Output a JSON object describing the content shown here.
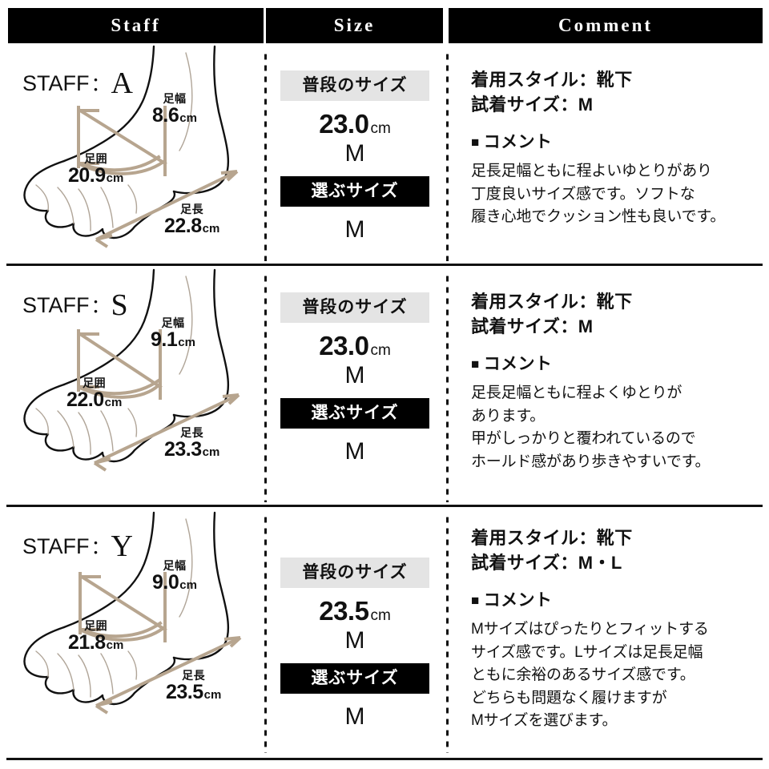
{
  "header": {
    "staff_label": "Staff",
    "size_label": "Size",
    "comment_label": "Comment"
  },
  "colors": {
    "header_bg": "#000000",
    "header_text": "#ffffff",
    "measure_line": "#b7a58f",
    "usual_banner_bg": "#e4e4e4",
    "chosen_banner_bg": "#000000",
    "foot_outline": "#111111",
    "foot_inner_line": "#b0a598"
  },
  "labels": {
    "usual_size": "普段のサイズ",
    "chosen_size": "選ぶサイズ",
    "foot_width": "足幅",
    "foot_girth": "足囲",
    "foot_length": "足長",
    "comment_heading": "コメント",
    "square_bullet": "■",
    "staff_prefix": "STAFF",
    "colon": "："
  },
  "rows": [
    {
      "staff": {
        "prefix": "STAFF",
        "colon": "：",
        "initial": "A",
        "measurements": {
          "width": {
            "caption": "足幅",
            "value": "8.6",
            "unit": "cm"
          },
          "girth": {
            "caption": "足囲",
            "value": "20.9",
            "unit": "cm"
          },
          "length": {
            "caption": "足長",
            "value": "22.8",
            "unit": "cm"
          }
        }
      },
      "size": {
        "usual_banner": "普段のサイズ",
        "usual_value": "23.0",
        "usual_unit": "cm",
        "usual_letter": "M",
        "chosen_banner": "選ぶサイズ",
        "chosen_value": "M"
      },
      "comment": {
        "style_line": "着用スタイル：靴下",
        "try_size_line": "試着サイズ：M",
        "heading": "コメント",
        "body": [
          "足長足幅ともに程よいゆとりがあり",
          "丁度良いサイズ感です。ソフトな",
          "履き心地でクッション性も良いです。"
        ]
      }
    },
    {
      "staff": {
        "prefix": "STAFF",
        "colon": "：",
        "initial": "S",
        "measurements": {
          "width": {
            "caption": "足幅",
            "value": "9.1",
            "unit": "cm"
          },
          "girth": {
            "caption": "足囲",
            "value": "22.0",
            "unit": "cm"
          },
          "length": {
            "caption": "足長",
            "value": "23.3",
            "unit": "cm"
          }
        }
      },
      "size": {
        "usual_banner": "普段のサイズ",
        "usual_value": "23.0",
        "usual_unit": "cm",
        "usual_letter": "M",
        "chosen_banner": "選ぶサイズ",
        "chosen_value": "M"
      },
      "comment": {
        "style_line": "着用スタイル：靴下",
        "try_size_line": "試着サイズ：M",
        "heading": "コメント",
        "body": [
          "足長足幅ともに程よくゆとりが",
          "あります。",
          "甲がしっかりと覆われているので",
          "ホールド感があり歩きやすいです。"
        ]
      }
    },
    {
      "staff": {
        "prefix": "STAFF",
        "colon": "：",
        "initial": "Y",
        "measurements": {
          "width": {
            "caption": "足幅",
            "value": "9.0",
            "unit": "cm"
          },
          "girth": {
            "caption": "足囲",
            "value": "21.8",
            "unit": "cm"
          },
          "length": {
            "caption": "足長",
            "value": "23.5",
            "unit": "cm"
          }
        }
      },
      "size": {
        "usual_banner": "普段のサイズ",
        "usual_value": "23.5",
        "usual_unit": "cm",
        "usual_letter": "M",
        "chosen_banner": "選ぶサイズ",
        "chosen_value": "M"
      },
      "comment": {
        "style_line": "着用スタイル：靴下",
        "try_size_line": "試着サイズ：M・L",
        "heading": "コメント",
        "body": [
          "Mサイズはぴったりとフィットする",
          "サイズ感です。Lサイズは足長足幅",
          "ともに余裕のあるサイズ感です。",
          "どちらも問題なく履けますが",
          "Mサイズを選びます。"
        ]
      }
    }
  ]
}
